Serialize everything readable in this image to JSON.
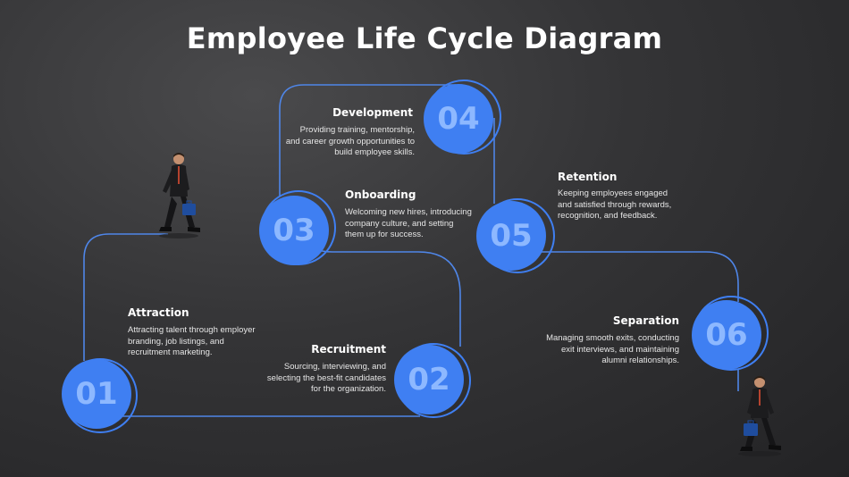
{
  "title": "Employee Life Cycle Diagram",
  "stages": [
    {
      "number": "01",
      "title": "Attraction",
      "description": "Attracting talent through employer branding, job listings, and recruitment marketing."
    },
    {
      "number": "02",
      "title": "Recruitment",
      "description": "Sourcing, interviewing, and selecting the best-fit candidates for the organization."
    },
    {
      "number": "03",
      "title": "Onboarding",
      "description": "Welcoming new hires, introducing company culture, and setting them up for success."
    },
    {
      "number": "04",
      "title": "Development",
      "description": "Providing training, mentorship, and career growth opportunities to build employee skills."
    },
    {
      "number": "05",
      "title": "Retention",
      "description": "Keeping employees engaged and satisfied through rewards, recognition, and feedback."
    },
    {
      "number": "06",
      "title": "Separation",
      "description": "Managing smooth exits, conducting exit interviews, and maintaining alumni relationships."
    }
  ],
  "colors": {
    "accent": "#3f7ff2",
    "number_text": "#8db8ff",
    "path_line": "#4f86e8",
    "background": "#2e2e30"
  },
  "icons": [
    "walking-businessman-icon",
    "briefcase-icon"
  ]
}
